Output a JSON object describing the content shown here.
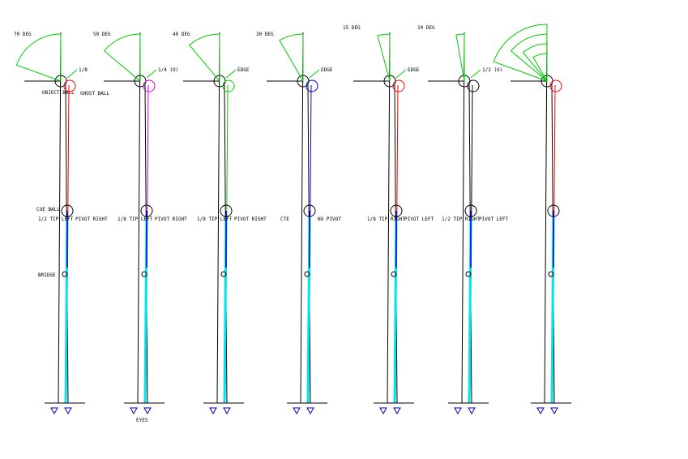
{
  "colors": {
    "line": "#000000",
    "arc": "#00cc00",
    "cue_line": "#00e5ee",
    "red": "#ff0000",
    "magenta": "#cc00cc",
    "blue": "#0000cc",
    "eye": "#0000aa"
  },
  "labels": {
    "object_ball": "OBJECT BALL",
    "ghost_ball": "GHOST BALL",
    "cue_ball": "CUE BALL",
    "bridge": "BRIDGE",
    "eyes": "EYES"
  },
  "panels": [
    {
      "angle": 70,
      "angle_label": "70 DEG",
      "contact_label": "1/8",
      "aim_color": "#ff0000",
      "tip_label": "1/2 TIP LEFT",
      "pivot_label": "PIVOT RIGHT"
    },
    {
      "angle": 50,
      "angle_label": "50 DEG",
      "contact_label": "1/4 (O)",
      "aim_color": "#cc00cc",
      "tip_label": "1/8 TIP LEFT",
      "pivot_label": "PIVOT RIGHT"
    },
    {
      "angle": 40,
      "angle_label": "40 DEG",
      "contact_label": "EDGE",
      "aim_color": "#00cc00",
      "tip_label": "1/8 TIP LEFT",
      "pivot_label": "PIVOT RIGHT"
    },
    {
      "angle": 30,
      "angle_label": "30 DEG",
      "contact_label": "EDGE",
      "aim_color": "#0000cc",
      "tip_label": "CTE",
      "pivot_label": "NO PIVOT"
    },
    {
      "angle": 15,
      "angle_label": "15 DEG",
      "contact_label": "EDGE",
      "aim_color": "#ff0000",
      "tip_label": "1/8 TIP RIGHT",
      "pivot_label": "PIVOT LEFT"
    },
    {
      "angle": 10,
      "angle_label": "10 DEG",
      "contact_label": "1/2 (O)",
      "aim_color": "#000000",
      "tip_label": "1/2 TIP RIGHT",
      "pivot_label": "PIVOT LEFT"
    },
    {
      "angle": 0,
      "angle_label": "",
      "contact_label": "",
      "aim_color": "#ff0000",
      "tip_label": "",
      "pivot_label": "",
      "combined": true,
      "angles": [
        70,
        50,
        40,
        30
      ]
    }
  ]
}
